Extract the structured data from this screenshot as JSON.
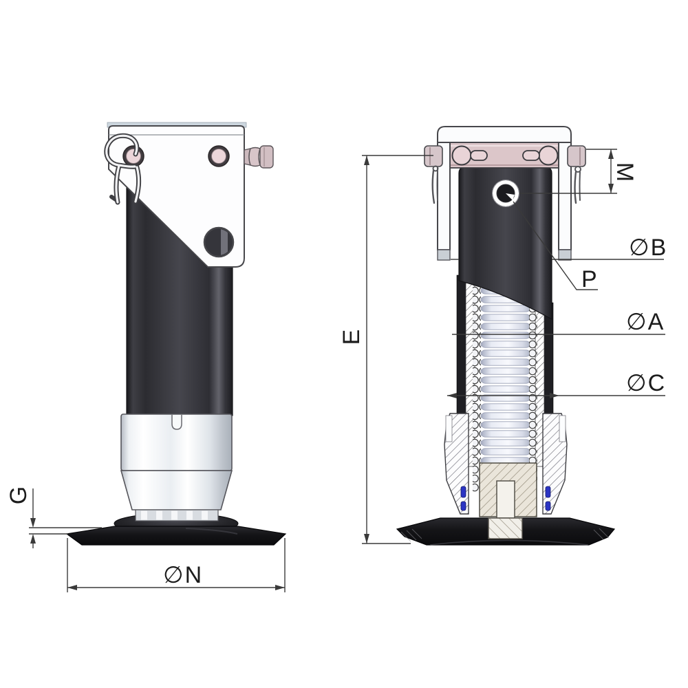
{
  "drawing": {
    "labels": {
      "e": "E",
      "m": "M",
      "p": "P",
      "g": "G",
      "dia_a": "∅A",
      "dia_b": "∅B",
      "dia_c": "∅C",
      "dia_n": "∅N"
    }
  },
  "colors": {
    "line": "#3a3a3a",
    "tube_dark": "#2c2c31",
    "bracket_white": "#fbfcfd",
    "pivot_block_pink": "#dcc6c9",
    "pin_pink": "#e9d4d7",
    "seal_blue": "#2c35c4",
    "foot_black": "#121215",
    "nut_tan": "#eae5da"
  }
}
